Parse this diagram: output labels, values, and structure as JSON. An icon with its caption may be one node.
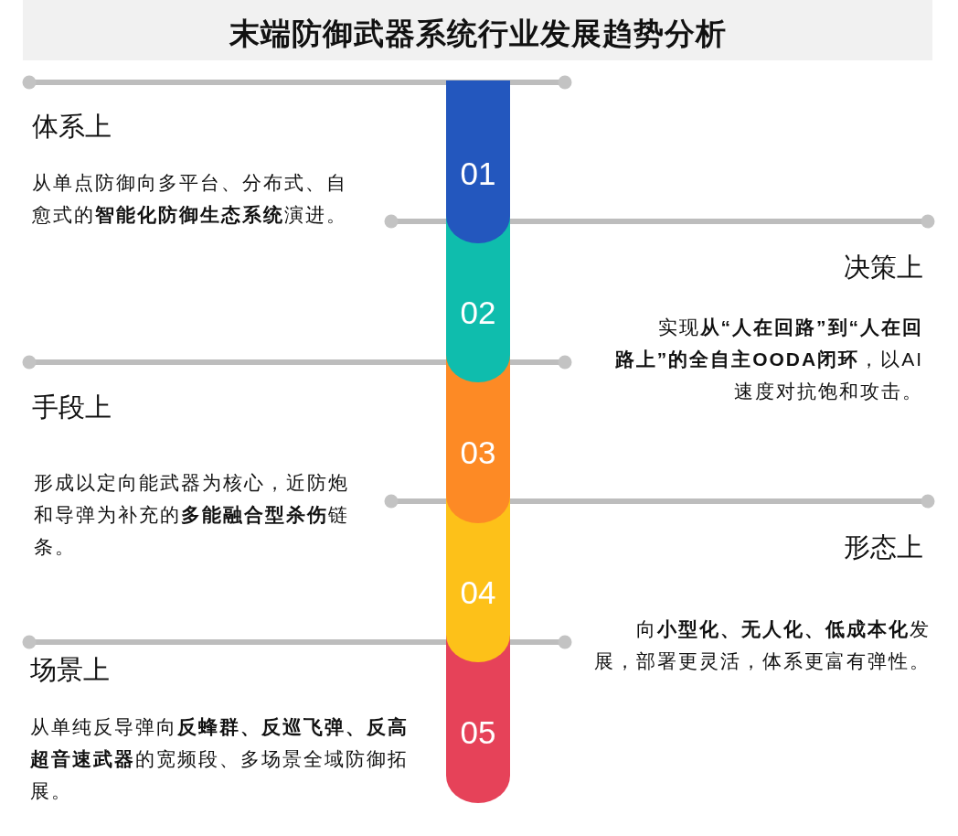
{
  "diagram": {
    "title": "末端防御武器系统行业发展趋势分析",
    "nodes": [
      {
        "text": [
          "01"
        ],
        "beside": [
          "体系上",
          "从单点防御向多平台、分布式、自愈式的**智能化防御生态系统**演进。"
        ]
      },
      {
        "text": [
          "02"
        ],
        "beside": [
          "决策上",
          "实现**从“人在回路”到“人在回路上”的全自主OODA闭环**，以AI速度对抗饱和攻击。"
        ]
      },
      {
        "text": [
          "03"
        ],
        "beside": [
          "手段上",
          "形成以定向能武器为核心，近防炮和导弹为补充的**多能融合型杀伤**链条。"
        ]
      },
      {
        "text": [
          "04"
        ],
        "beside": [
          "形态上",
          "向**小型化、无人化、低成本化**发展，部署更灵活，体系更富有弹性。"
        ]
      },
      {
        "text": [
          "05"
        ],
        "beside": [
          "场景上",
          "从单纯反导弹向**反蜂群、反巡飞弹、反高超音速武器**的宽频段、多场景全域防御拓展。"
        ]
      }
    ]
  }
}
